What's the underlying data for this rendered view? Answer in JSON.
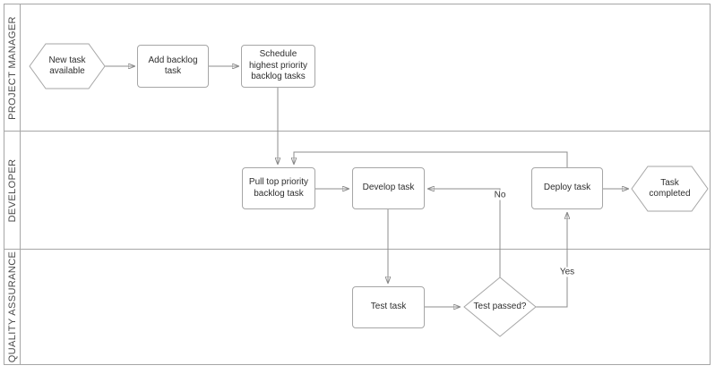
{
  "diagram": {
    "type": "swimlane-flowchart",
    "lanes": [
      {
        "label": "PROJECT MANAGER"
      },
      {
        "label": "DEVELOPER"
      },
      {
        "label": "QUALITY ASSURANCE"
      }
    ],
    "nodes": {
      "new_task": {
        "label": "New task available",
        "shape": "hexagon",
        "lane": "PROJECT MANAGER"
      },
      "add_backlog": {
        "label": "Add backlog task",
        "shape": "rectangle",
        "lane": "PROJECT MANAGER"
      },
      "schedule": {
        "label": "Schedule highest priority backlog tasks",
        "shape": "rectangle",
        "lane": "PROJECT MANAGER"
      },
      "pull": {
        "label": "Pull top priority backlog task",
        "shape": "rectangle",
        "lane": "DEVELOPER"
      },
      "develop": {
        "label": "Develop task",
        "shape": "rectangle",
        "lane": "DEVELOPER"
      },
      "deploy": {
        "label": "Deploy task",
        "shape": "rectangle",
        "lane": "DEVELOPER"
      },
      "task_completed": {
        "label": "Task completed",
        "shape": "hexagon",
        "lane": "DEVELOPER"
      },
      "test": {
        "label": "Test task",
        "shape": "rectangle",
        "lane": "QUALITY ASSURANCE"
      },
      "decision": {
        "label": "Test passed?",
        "shape": "diamond",
        "lane": "QUALITY ASSURANCE"
      }
    },
    "edge_labels": {
      "yes": "Yes",
      "no": "No"
    },
    "colors": {
      "background": "#ffffff",
      "lane_border": "#a6a6a6",
      "shape_border": "#a6a6a6",
      "connector": "#8c8c8c",
      "node_text": "#2e2e2e",
      "lane_label_text": "#4a4a4a"
    }
  }
}
